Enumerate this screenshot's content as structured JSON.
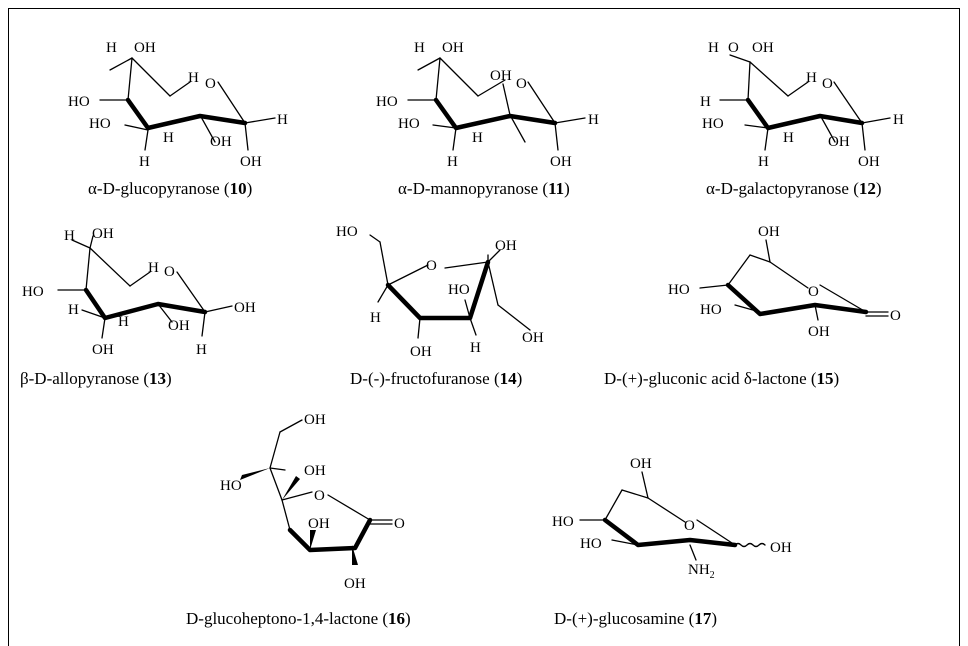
{
  "compounds": [
    {
      "id": "c10",
      "name": "α-D-glucopyranose (",
      "number": "10",
      "close": ")",
      "labels": [
        "OH",
        "H",
        "HO",
        "H",
        "O",
        "HO",
        "H",
        "H",
        "OH",
        "H",
        "OH"
      ]
    },
    {
      "id": "c11",
      "name": "α-D-mannopyranose (",
      "number": "11",
      "close": ")",
      "labels": [
        "OH",
        "H",
        "HO",
        "O",
        "HO",
        "H",
        "H",
        "OH",
        "H",
        "OH"
      ]
    },
    {
      "id": "c12",
      "name": "α-D-galactopyranose (",
      "number": "12",
      "close": ")",
      "labels": [
        "H",
        "O",
        "OH",
        "H",
        "H",
        "O",
        "HO",
        "H",
        "OH",
        "H",
        "H",
        "OH"
      ]
    },
    {
      "id": "c13",
      "name": "β-D-allopyranose (",
      "number": "13",
      "close": ")",
      "labels": [
        "H",
        "OH",
        "H",
        "O",
        "HO",
        "H",
        "H",
        "OH",
        "OH",
        "OH",
        "H"
      ]
    },
    {
      "id": "c14",
      "name": "D-(-)-fructofuranose (",
      "number": "14",
      "close": ")",
      "labels": [
        "HO",
        "O",
        "OH",
        "HO",
        "H",
        "OH",
        "OH",
        "H"
      ]
    },
    {
      "id": "c15",
      "name": "D-(+)-gluconic acid δ-lactone (",
      "number": "15",
      "close": ")",
      "labels": [
        "OH",
        "O",
        "HO",
        "HO",
        "OH",
        "O"
      ]
    },
    {
      "id": "c16",
      "name": "D-glucoheptono-1,4-lactone (",
      "number": "16",
      "close": ")",
      "labels": [
        "OH",
        "OH",
        "HO",
        "O",
        "OH",
        "O",
        "OH"
      ]
    },
    {
      "id": "c17",
      "name": "D-(+)-glucosamine (",
      "number": "17",
      "close": ")",
      "labels": [
        "OH",
        "O",
        "HO",
        "HO",
        "OH",
        "NH",
        "2"
      ]
    }
  ]
}
